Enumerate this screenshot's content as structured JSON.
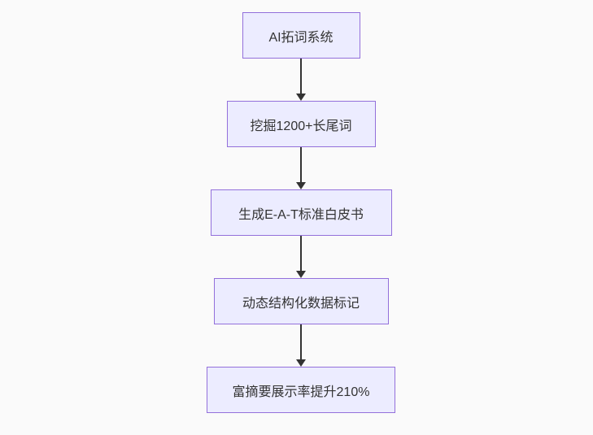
{
  "flowchart": {
    "type": "flowchart",
    "direction": "top-down",
    "nodes": [
      {
        "label": "AI拓词系统"
      },
      {
        "label": "挖掘1200+长尾词"
      },
      {
        "label": "生成E-A-T标准白皮书"
      },
      {
        "label": "动态结构化数据标记"
      },
      {
        "label": "富摘要展示率提升210%"
      }
    ],
    "edges": [
      {
        "from": 0,
        "to": 1
      },
      {
        "from": 1,
        "to": 2
      },
      {
        "from": 2,
        "to": 3
      },
      {
        "from": 3,
        "to": 4
      }
    ],
    "colors": {
      "node_fill": "#ECECFF",
      "node_border": "#9370DB",
      "node_text": "#333333",
      "arrow": "#333333",
      "background": "#fafafa"
    }
  }
}
